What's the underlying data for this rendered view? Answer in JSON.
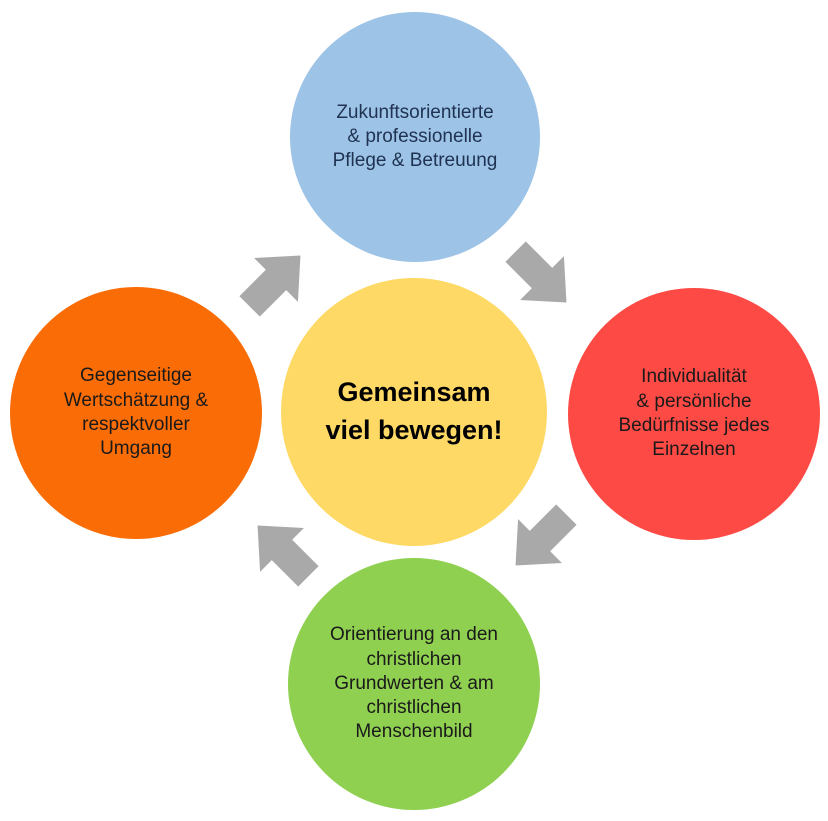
{
  "diagram": {
    "type": "cycle",
    "flow_direction": "clockwise",
    "background_color": "#ffffff",
    "center": {
      "label": "Gemeinsam\nviel bewegen!",
      "color": "#ffd966",
      "text_color": "#000000"
    },
    "nodes": {
      "top": {
        "label": "Zukunftsorientierte\n& professionelle\nPflege & Betreuung",
        "color": "#9dc3e6",
        "text_color": "#1f3251"
      },
      "right": {
        "label": "Individualität\n& persönliche\nBedürfnisse jedes\nEinzelnen",
        "color": "#fd4a45",
        "text_color": "#1a1a1a"
      },
      "bottom": {
        "label": "Orientierung an den\nchristlichen\nGrundwerten & am\nchristlichen\nMenschenbild",
        "color": "#8fd051",
        "text_color": "#1a1a1a"
      },
      "left": {
        "label": "Gegenseitige\nWertschätzung &\nrespektvoller\nUmgang",
        "color": "#fa6c05",
        "text_color": "#1a1a1a"
      }
    },
    "arrows": {
      "color": "#a9a9a9",
      "connections": [
        "left-to-top",
        "top-to-right",
        "right-to-bottom",
        "bottom-to-left"
      ]
    }
  }
}
